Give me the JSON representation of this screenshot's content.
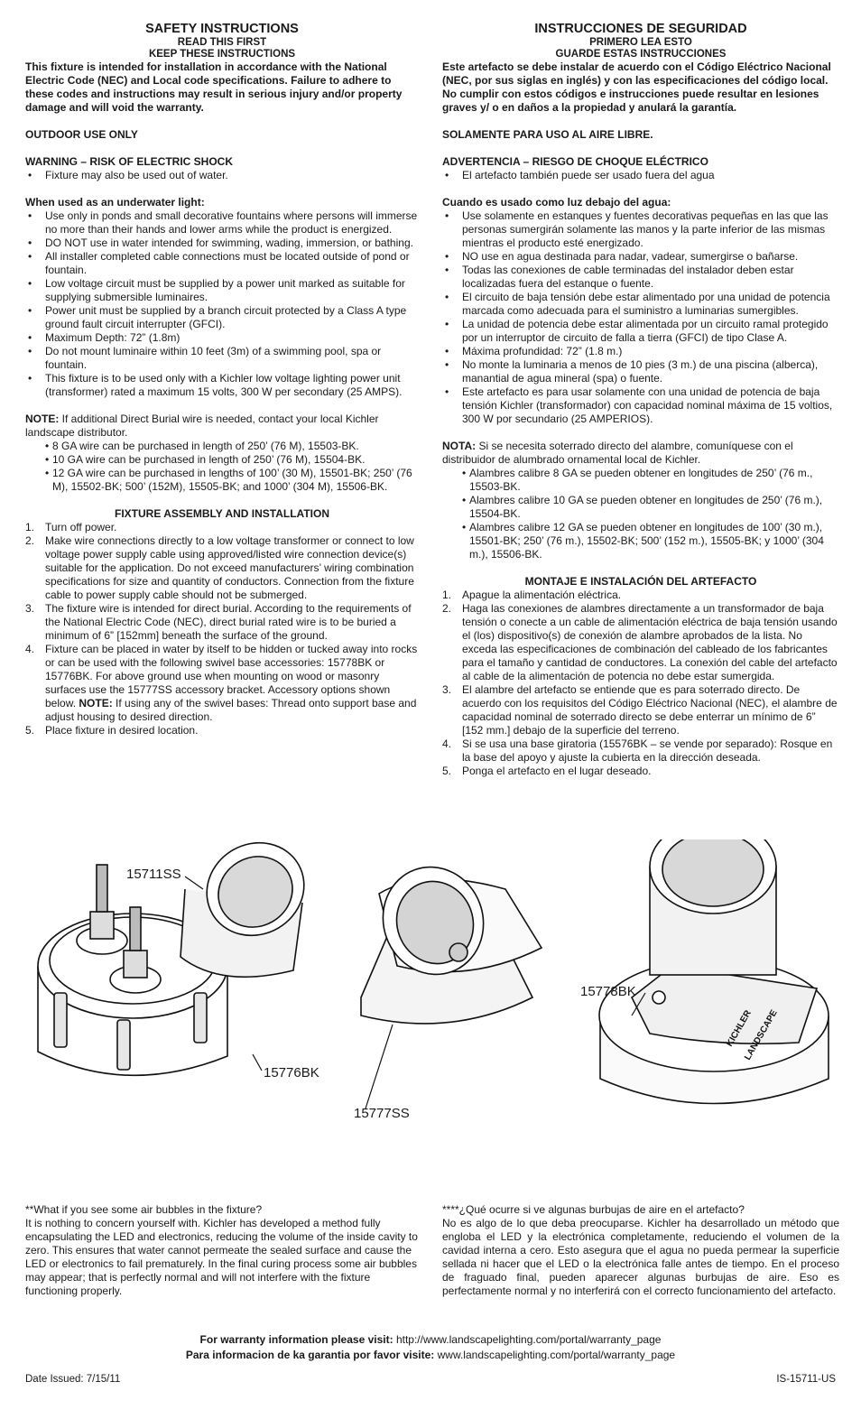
{
  "en": {
    "title": "SAFETY INSTRUCTIONS",
    "sub1": "READ THIS FIRST",
    "sub2": "KEEP THESE INSTRUCTIONS",
    "intro": "This fixture is intended for installation in accordance with the National Electric Code (NEC) and Local code specifications.  Failure to adhere to these codes and instructions may result in serious injury and/or property damage and will void the warranty.",
    "outdoor": "OUTDOOR USE ONLY",
    "warning": "WARNING – RISK OF ELECTRIC SHOCK",
    "warning_items": [
      "Fixture may also be used out of water."
    ],
    "underwater_heading": "When used as an underwater light:",
    "underwater_items": [
      "Use only in ponds and small decorative fountains where persons will immerse no more than their hands and lower arms while the product is energized.",
      "DO NOT use in water intended for swimming, wading, immersion, or bathing.",
      "All installer completed cable connections must be located outside of pond or fountain.",
      "Low voltage circuit must be supplied by a power unit marked as suitable for supplying submersible luminaires.",
      "Power unit must be supplied by a branch circuit protected by a Class A type ground fault circuit interrupter (GFCI).",
      "Maximum Depth: 72” (1.8m)",
      "Do not mount luminaire within 10 feet (3m) of a swimming pool, spa or fountain.",
      "This fixture is to be used only with a Kichler low voltage lighting power unit (transformer) rated a maximum 15 volts, 300 W per secondary (25 AMPS)."
    ],
    "note_label": "NOTE:",
    "note_text": " If additional Direct Burial wire is needed, contact your local Kichler landscape distributor.",
    "note_items": [
      "8 GA wire can be purchased in length of 250’ (76 M), 15503-BK.",
      "10 GA wire can be purchased in length of 250’ (76 M), 15504-BK.",
      "12 GA wire can be purchased in lengths of 100’ (30 M), 15501-BK; 250’ (76 M), 15502-BK; 500’ (152M), 15505-BK; and 1000’ (304 M), 15506-BK."
    ],
    "assembly_heading": "FIXTURE ASSEMBLY AND INSTALLATION",
    "steps": [
      "Turn off power.",
      "Make wire connections directly to a low voltage transformer or connect to low voltage power supply cable using approved/listed wire connection device(s) suitable for the application. Do not exceed manufacturers’ wiring combination specifications for size and quantity of conductors. Connection from the fixture cable to power supply cable should not be submerged.",
      "The fixture wire is intended for direct burial. According to the requirements of the National Electric Code (NEC), direct burial rated wire is to be buried a minimum of 6” [152mm] beneath the surface of the ground.",
      "Fixture can be placed in water by itself to be hidden or tucked away into rocks or can be used with the following swivel base accessories: 15778BK or 15776BK. For above ground use when mounting on wood or masonry surfaces use the 15777SS accessory bracket. Accessory options shown below.",
      "Place fixture in desired location."
    ],
    "step4_note_label": "NOTE:",
    "step4_note_text": " If using any of the swivel bases: Thread onto support base and adjust housing to desired direction."
  },
  "es": {
    "title": "INSTRUCCIONES DE SEGURIDAD",
    "sub1": "PRIMERO LEA ESTO",
    "sub2": "GUARDE ESTAS INSTRUCCIONES",
    "intro": "Este artefacto se debe instalar de acuerdo con el Código Eléctrico Nacional (NEC, por sus siglas en inglés) y con las especificaciones del código local.  No cumplir con estos códigos e instrucciones puede resultar en lesiones graves y/ o en daños a la propiedad y anulará la garantía.",
    "outdoor": "SOLAMENTE PARA USO AL AIRE LIBRE.",
    "warning": "ADVERTENCIA – RIESGO DE CHOQUE ELÉCTRICO",
    "warning_items": [
      "El artefacto también puede ser usado fuera del agua"
    ],
    "underwater_heading": "Cuando es usado como luz debajo del agua:",
    "underwater_items": [
      "Use solamente en estanques y fuentes decorativas pequeñas en las que las personas sumergirán solamente las manos y la parte inferior de las mismas mientras el producto esté energizado.",
      "NO use en agua destinada para nadar, vadear, sumergirse o bañarse.",
      "Todas las conexiones de cable terminadas del instalador deben estar localizadas fuera del estanque o fuente.",
      "El circuito de baja tensión debe estar alimentado por una unidad de potencia marcada como adecuada para el suministro a luminarias sumergibles.",
      "La unidad de potencia debe estar alimentada  por un circuito ramal protegido por  un interruptor de circuito de falla a tierra (GFCI) de tipo Clase A.",
      "Máxima profundidad: 72” (1.8 m.)",
      "No monte la luminaria a menos de 10 pies (3 m.) de una piscina (alberca), manantial de agua mineral (spa) o fuente.",
      "Este artefacto es para usar solamente con una unidad de potencia de baja tensión Kichler (transformador) con capacidad nominal máxima de 15 voltios, 300 W por secundario (25 AMPERIOS)."
    ],
    "note_label": "NOTA:",
    "note_text": " Si se necesita soterrado directo del alambre, comuníquese con el distribuidor de alumbrado ornamental local de Kichler.",
    "note_items": [
      "Alambres calibre 8 GA se pueden obtener en longitudes de 250’ (76 m., 15503-BK.",
      "Alambres calibre 10 GA se pueden obtener en longitudes de 250’ (76 m.), 15504-BK.",
      "Alambres calibre 12 GA se pueden obtener en longitudes de 100’ (30 m.), 15501-BK; 250’ (76 m.), 15502-BK; 500’ (152 m.), 15505-BK; y 1000’ (304 m.), 15506-BK."
    ],
    "assembly_heading": "MONTAJE E INSTALACIÓN DEL ARTEFACTO",
    "steps": [
      "Apague la alimentación eléctrica.",
      "Haga las conexiones de alambres directamente a un transformador de baja tensión o conecte a un cable de alimentación eléctrica de baja tensión usando el (los) dispositivo(s) de conexión de alambre aprobados de la lista.  No exceda las especificaciones de combinación del cableado de los fabricantes para el tamaño y cantidad de conductores.  La conexión del cable del artefacto al cable de la alimentación de potencia no debe estar sumergida.",
      "El alambre del artefacto se entiende que es para soterrado directo.  De acuerdo con los requisitos del Código Eléctrico Nacional (NEC), el alambre de capacidad  nominal de soterrado directo se debe enterrar un mínimo de 6” [152 mm.] debajo de la superficie del terreno.",
      "Si se usa una base giratoria (15576BK – se vende por separado): Rosque en la base del apoyo y ajuste la cubierta en la dirección deseada.",
      "Ponga el artefacto en el lugar deseado."
    ]
  },
  "illustration": {
    "labels": [
      "15711SS",
      "15776BK",
      "15777SS",
      "15778BK"
    ],
    "engraving": [
      "KICHLER",
      "LANDSCAPE"
    ]
  },
  "bubbles": {
    "en": "**What if you see some air bubbles in the fixture?\nIt is nothing to concern yourself with. Kichler has developed a method fully encapsulating the LED and electronics, reducing the volume of the inside cavity to zero. This ensures that water cannot permeate the sealed surface and cause the LED or electronics to fail prematurely. In the final curing process some air bubbles may appear; that is perfectly normal and will not interfere with the fixture functioning properly.",
    "es_q": "****¿Qué ocurre si ve algunas burbujas de aire en el artefacto?",
    "es": "No es algo de lo que deba preocuparse. Kichler ha desarrollado un método que engloba el LED y la electrónica completamente, reduciendo el volumen de la cavidad interna a cero. Esto asegura que el agua no pueda permear la superficie sellada ni hacer que el LED o la electrónica falle antes de tiempo. En el proceso de fraguado final, pueden aparecer algunas burbujas de aire. Eso es perfectamente normal y no interferirá con el correcto funcionamiento del artefacto."
  },
  "warranty": {
    "en_label": "For warranty information please visit:",
    "en_url": " http://www.landscapelighting.com/portal/warranty_page",
    "es_label": "Para informacion de ka garantia por favor visite:",
    "es_url": " www.landscapelighting.com/portal/warranty_page"
  },
  "footer": {
    "date": "Date Issued: 7/15/11",
    "code": "IS-15711-US"
  }
}
